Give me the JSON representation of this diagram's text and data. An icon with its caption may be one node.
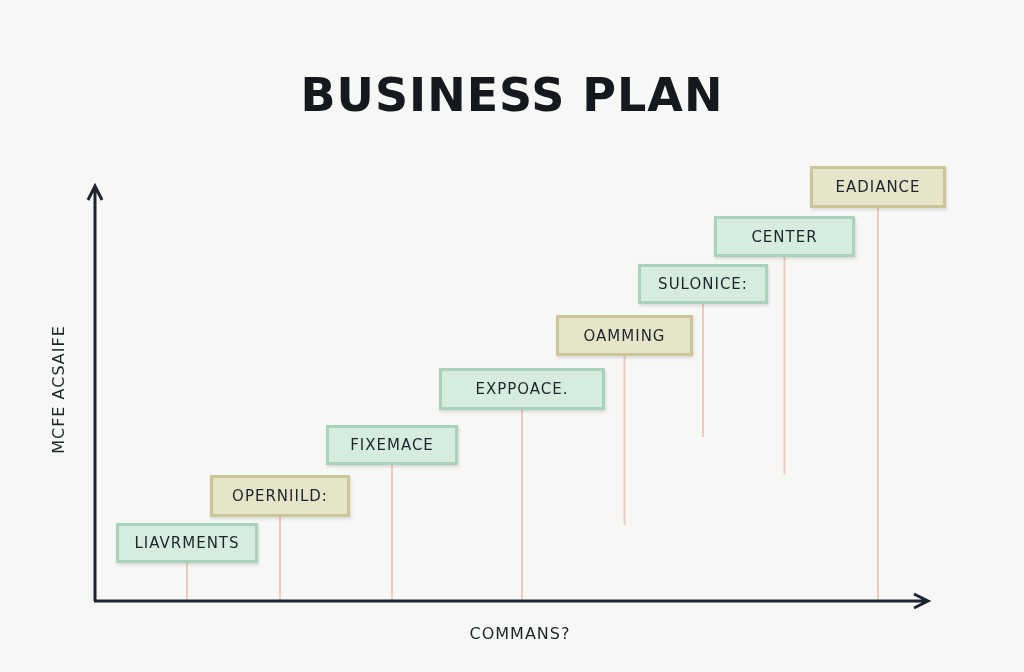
{
  "diagram": {
    "title": "BUSINESS PLAN",
    "nodes": [
      {
        "text": [
          "LIAVRMENTS"
        ]
      },
      {
        "text": [
          "OPERNIILD:"
        ]
      },
      {
        "text": [
          "FIXEMACE"
        ]
      },
      {
        "text": [
          "EXPPOACE."
        ]
      },
      {
        "text": [
          "OAMMING"
        ]
      },
      {
        "text": [
          "SULONICE:"
        ]
      },
      {
        "text": [
          "CENTER"
        ]
      },
      {
        "text": [
          "EADIANCE"
        ]
      },
      {
        "text": [],
        "shape": "bar"
      }
    ],
    "edges": [
      {
        "from": 0,
        "to": 8,
        "arrow": "none"
      },
      {
        "from": 1,
        "to": 8,
        "arrow": "none"
      },
      {
        "from": 2,
        "to": 8,
        "arrow": "none"
      },
      {
        "from": 3,
        "to": 8,
        "arrow": "none"
      },
      {
        "from": 4,
        "to": null,
        "arrow": "none"
      },
      {
        "from": 5,
        "to": null,
        "arrow": "none"
      },
      {
        "from": 6,
        "to": null,
        "arrow": "none"
      },
      {
        "from": 7,
        "to": 8,
        "arrow": "none"
      }
    ],
    "labels": [
      "MCFE ACSAIFE",
      "COMMANS?"
    ]
  }
}
